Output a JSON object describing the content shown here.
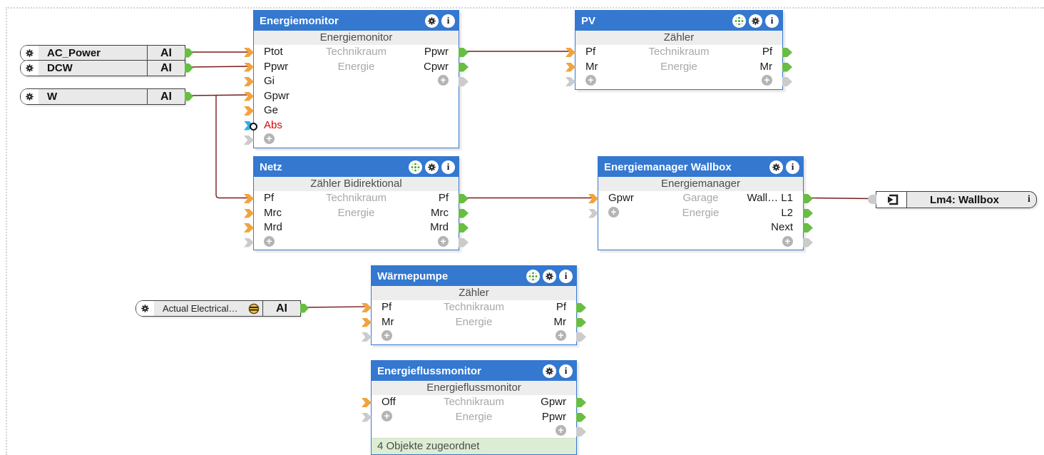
{
  "colors": {
    "accent_blue": "#3478d0",
    "wire": "#7a1c1c",
    "connector_input": "#f0a43e",
    "connector_output": "#68bd45",
    "connector_inactive": "#cbcbcb",
    "connector_abs": "#2ab1e3",
    "footer_green": "#dcedd3"
  },
  "icons": {
    "plus": "+",
    "info": "i"
  },
  "sources": {
    "ac_power": {
      "label": "AC_Power",
      "type": "AI"
    },
    "dcw": {
      "label": "DCW",
      "type": "AI"
    },
    "w": {
      "label": "W",
      "type": "AI"
    },
    "actual_electrical": {
      "label": "Actual Electrical…",
      "type": "AI"
    }
  },
  "blocks": {
    "energiemonitor": {
      "title": "Energiemonitor",
      "subtitle": "Energiemonitor",
      "room": "Technikraum",
      "category": "Energie",
      "inputs": [
        "Ptot",
        "Ppwr",
        "Gi",
        "Gpwr",
        "Ge",
        "Abs"
      ],
      "outputs": [
        "Ppwr",
        "Cpwr"
      ]
    },
    "pv": {
      "title": "PV",
      "subtitle": "Zähler",
      "room": "Technikraum",
      "category": "Energie",
      "inputs": [
        "Pf",
        "Mr"
      ],
      "outputs": [
        "Pf",
        "Mr"
      ]
    },
    "netz": {
      "title": "Netz",
      "subtitle": "Zähler Bidirektional",
      "room": "Technikraum",
      "category": "Energie",
      "inputs": [
        "Pf",
        "Mrc",
        "Mrd"
      ],
      "outputs": [
        "Pf",
        "Mrc",
        "Mrd"
      ]
    },
    "energiemanager": {
      "title": "Energiemanager Wallbox",
      "subtitle": "Energiemanager",
      "room": "Garage",
      "category": "Energie",
      "inputs": [
        "Gpwr"
      ],
      "outputs": [
        "Wall… L1",
        "L2",
        "Next"
      ]
    },
    "waermepumpe": {
      "title": "Wärmepumpe",
      "subtitle": "Zähler",
      "room": "Technikraum",
      "category": "Energie",
      "inputs": [
        "Pf",
        "Mr"
      ],
      "outputs": [
        "Pf",
        "Mr"
      ]
    },
    "energieflussmonitor": {
      "title": "Energieflussmonitor",
      "subtitle": "Energieflussmonitor",
      "room": "Technikraum",
      "category": "Energie",
      "inputs": [
        "Off"
      ],
      "outputs": [
        "Gpwr",
        "Ppwr"
      ],
      "footer": "4 Objekte zugeordnet"
    }
  },
  "periphery": {
    "lm4": {
      "label": "Lm4: Wallbox",
      "info": "i"
    }
  }
}
